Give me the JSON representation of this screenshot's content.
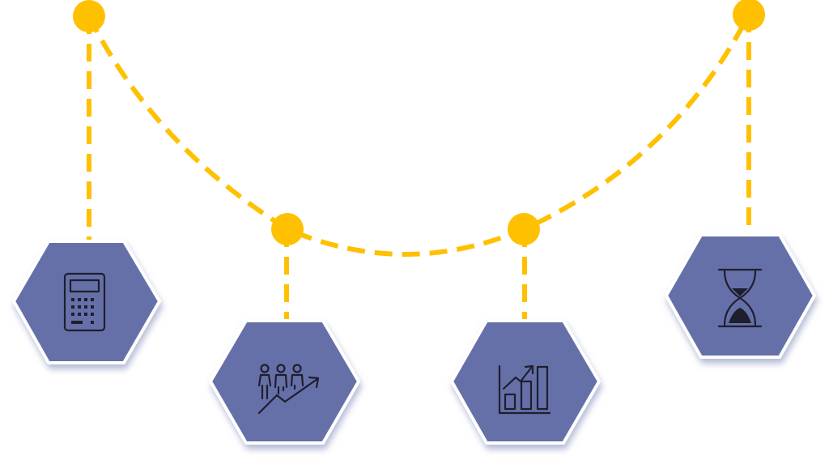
{
  "colors": {
    "connector": "#FFC000",
    "hexagon": "#6670A8",
    "icon": "#1E1E2E"
  },
  "nodes": [
    {
      "id": "step-1",
      "icon": "calculator-icon"
    },
    {
      "id": "step-2",
      "icon": "team-growth-icon"
    },
    {
      "id": "step-3",
      "icon": "bar-chart-growth-icon"
    },
    {
      "id": "step-4",
      "icon": "hourglass-icon"
    }
  ]
}
